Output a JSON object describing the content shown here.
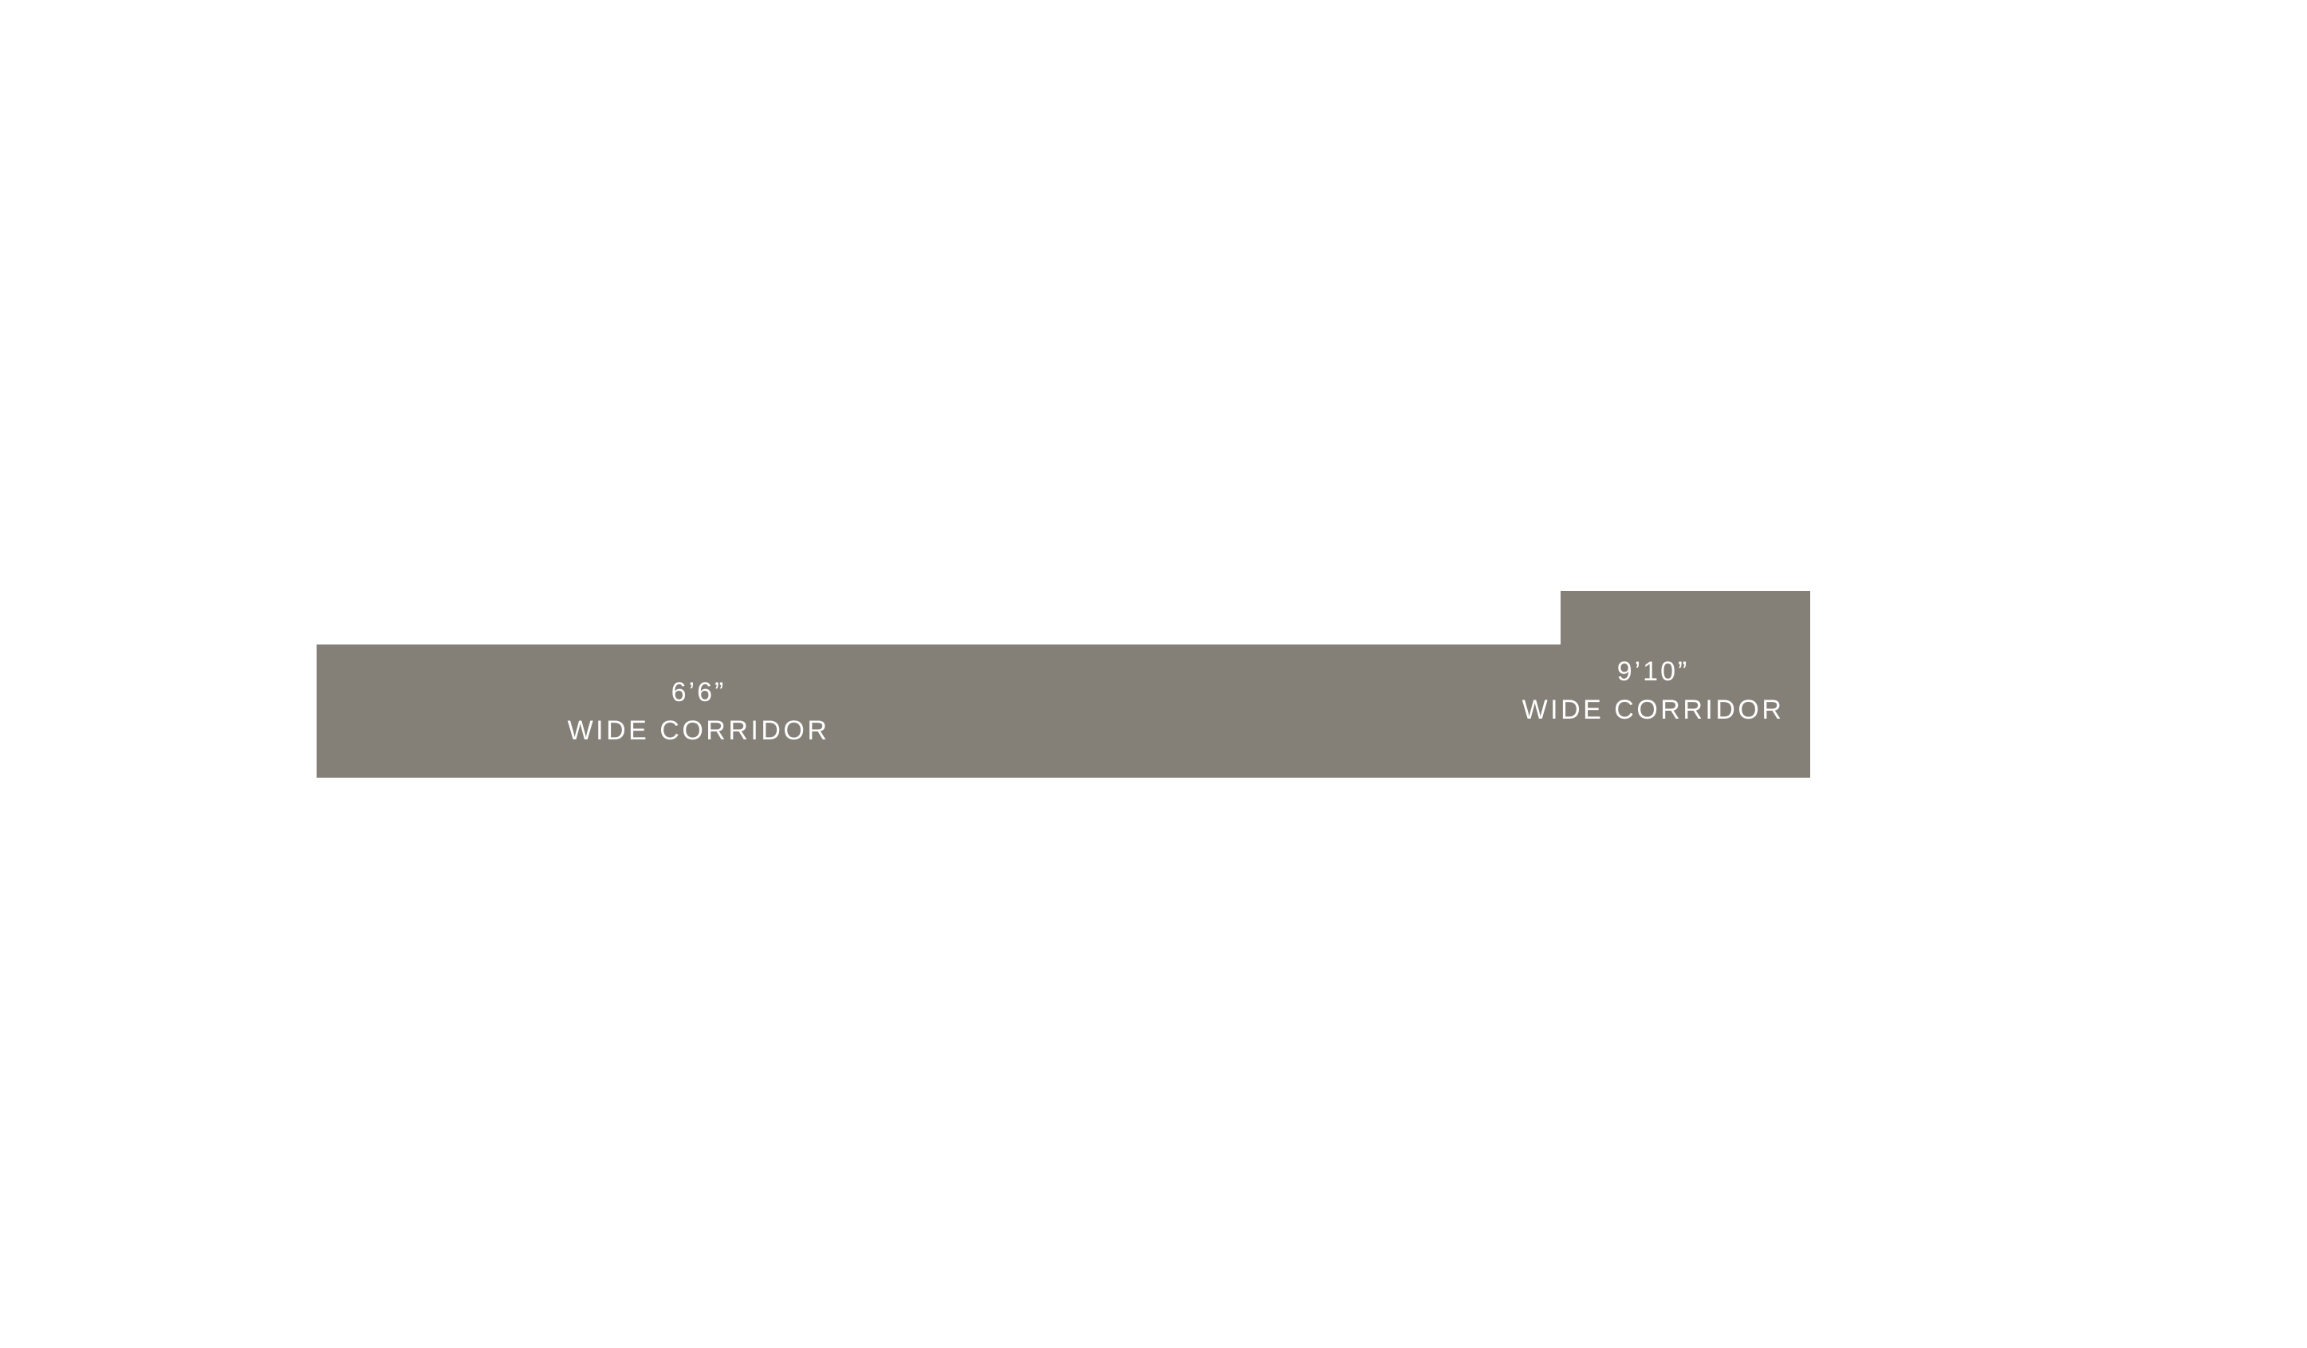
{
  "diagram": {
    "type": "floor-plan-corridor",
    "colors": {
      "background": "#ffffff",
      "corridor": "#847F77",
      "text": "#ffffff"
    },
    "left_corridor": {
      "width_label": "6’6”",
      "name_label": "WIDE CORRIDOR"
    },
    "right_corridor": {
      "width_label": "9’10”",
      "name_label": "WIDE CORRIDOR"
    }
  }
}
